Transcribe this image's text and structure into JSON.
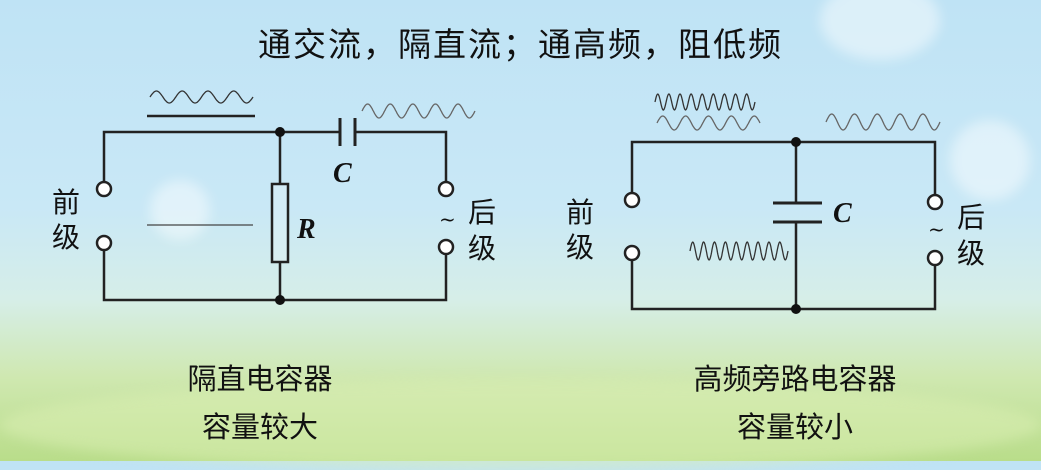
{
  "title": "通交流，隔直流；通高频，阻低频",
  "left_circuit": {
    "input_label": "前级",
    "output_label": "后级",
    "capacitor_label": "C",
    "resistor_label": "R",
    "ac_symbol": "~",
    "caption_line1": "隔直电容器",
    "caption_line2": "容量较大"
  },
  "right_circuit": {
    "input_label": "前级",
    "output_label": "后级",
    "capacitor_label": "C",
    "ac_symbol": "~",
    "caption_line1": "高频旁路电容器",
    "caption_line2": "容量较小"
  }
}
